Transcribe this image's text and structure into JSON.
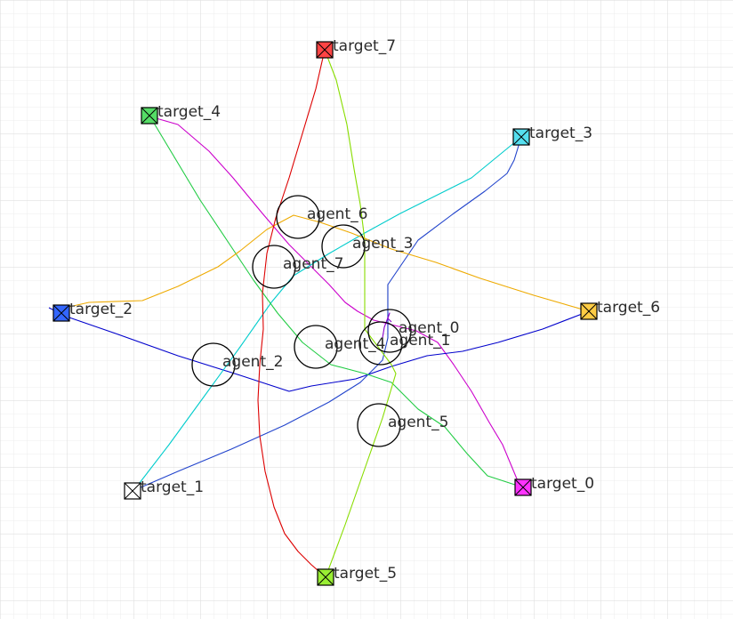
{
  "scene": {
    "colors": {
      "background": "#ffffff",
      "grid": "#e6e6e6",
      "label": "#2b2b2b",
      "agent_circle": "#000000",
      "marker_border": "#000000"
    },
    "targets": [
      {
        "id": "target_0",
        "label": "target_0",
        "color": "#ff33ff"
      },
      {
        "id": "target_1",
        "label": "target_1",
        "color": "#ffffff"
      },
      {
        "id": "target_2",
        "label": "target_2",
        "color": "#3366ff"
      },
      {
        "id": "target_3",
        "label": "target_3",
        "color": "#55dfef"
      },
      {
        "id": "target_4",
        "label": "target_4",
        "color": "#55dd66"
      },
      {
        "id": "target_5",
        "label": "target_5",
        "color": "#99ee33"
      },
      {
        "id": "target_6",
        "label": "target_6",
        "color": "#ffcc44"
      },
      {
        "id": "target_7",
        "label": "target_7",
        "color": "#ff4444"
      }
    ],
    "agents": [
      {
        "id": "agent_0",
        "label": "agent_0"
      },
      {
        "id": "agent_1",
        "label": "agent_1"
      },
      {
        "id": "agent_2",
        "label": "agent_2"
      },
      {
        "id": "agent_3",
        "label": "agent_3"
      },
      {
        "id": "agent_4",
        "label": "agent_4"
      },
      {
        "id": "agent_5",
        "label": "agent_5"
      },
      {
        "id": "agent_6",
        "label": "agent_6"
      },
      {
        "id": "agent_7",
        "label": "agent_7"
      }
    ],
    "paths": [
      {
        "id": "path-agent-0",
        "color": "#cc00cc"
      },
      {
        "id": "path-agent-1",
        "color": "#0000cc"
      },
      {
        "id": "path-agent-2",
        "color": "#00cccc"
      },
      {
        "id": "path-agent-3",
        "color": "#2244cc"
      },
      {
        "id": "path-agent-4",
        "color": "#22cc44"
      },
      {
        "id": "path-agent-5",
        "color": "#88dd00"
      },
      {
        "id": "path-agent-6",
        "color": "#eeaa00"
      },
      {
        "id": "path-agent-7",
        "color": "#dd0000"
      },
      {
        "id": "path-agent-8",
        "color": "#8800cc"
      }
    ]
  }
}
